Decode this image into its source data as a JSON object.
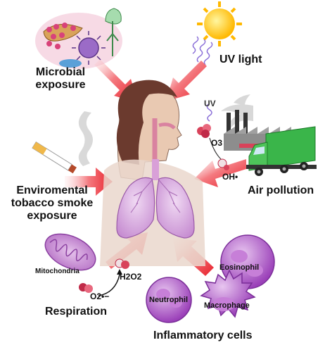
{
  "labels": {
    "microbial": [
      "Microbial",
      "exposure"
    ],
    "uv_light": "UV light",
    "tobacco": [
      "Enviromental",
      "tobacco smoke",
      "exposure"
    ],
    "air_pollution": "Air pollution",
    "respiration": "Respiration",
    "inflammatory": "Inflammatory cells",
    "mitochondria": "Mitochondria",
    "uv_small": "UV",
    "o3": "O3",
    "oh": "OH•",
    "o2": "O2•−",
    "h2o2": "H2O2",
    "eosinophil": "Eosinophil",
    "neutrophil": "Neutrophil",
    "macrophage": "Macrophage"
  },
  "colors": {
    "arrow_red": "#e8202a",
    "lung_purple": "#c98fd1",
    "cell_purple": "#a24bc2",
    "sun_yellow": "#ffcc00",
    "truck_green": "#3ab54a",
    "skin": "#e9c9b2",
    "hair": "#6b3a2e"
  }
}
